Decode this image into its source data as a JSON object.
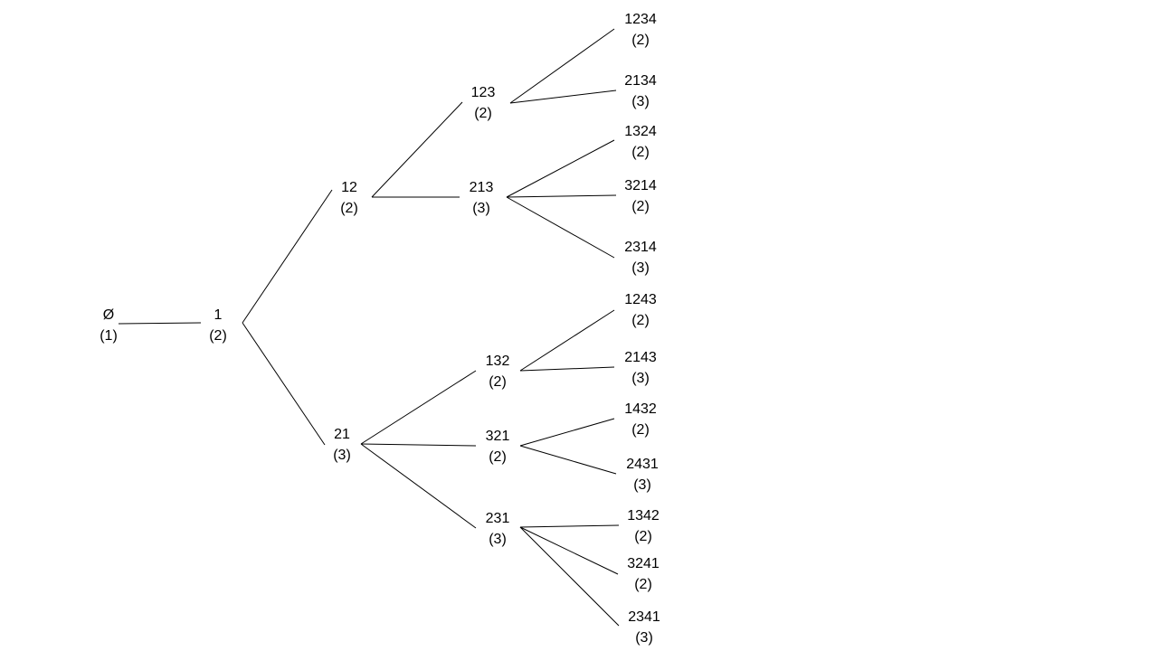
{
  "tree": {
    "nodes": [
      {
        "id": "empty",
        "label": "Ø",
        "count": "(1)"
      },
      {
        "id": "1",
        "label": "1",
        "count": "(2)"
      },
      {
        "id": "12",
        "label": "12",
        "count": "(2)"
      },
      {
        "id": "21",
        "label": "21",
        "count": "(3)"
      },
      {
        "id": "123",
        "label": "123",
        "count": "(2)"
      },
      {
        "id": "213",
        "label": "213",
        "count": "(3)"
      },
      {
        "id": "132",
        "label": "132",
        "count": "(2)"
      },
      {
        "id": "321",
        "label": "321",
        "count": "(2)"
      },
      {
        "id": "231",
        "label": "231",
        "count": "(3)"
      },
      {
        "id": "1234",
        "label": "1234",
        "count": "(2)"
      },
      {
        "id": "2134",
        "label": "2134",
        "count": "(3)"
      },
      {
        "id": "1324",
        "label": "1324",
        "count": "(2)"
      },
      {
        "id": "3214",
        "label": "3214",
        "count": "(2)"
      },
      {
        "id": "2314",
        "label": "2314",
        "count": "(3)"
      },
      {
        "id": "1243",
        "label": "1243",
        "count": "(2)"
      },
      {
        "id": "2143",
        "label": "2143",
        "count": "(3)"
      },
      {
        "id": "1432",
        "label": "1432",
        "count": "(2)"
      },
      {
        "id": "2431",
        "label": "2431",
        "count": "(3)"
      },
      {
        "id": "1342",
        "label": "1342",
        "count": "(2)"
      },
      {
        "id": "3241",
        "label": "3241",
        "count": "(2)"
      },
      {
        "id": "2341",
        "label": "2341",
        "count": "(3)"
      }
    ],
    "edges": [
      [
        "empty",
        "1"
      ],
      [
        "1",
        "12"
      ],
      [
        "1",
        "21"
      ],
      [
        "12",
        "123"
      ],
      [
        "12",
        "213"
      ],
      [
        "123",
        "1234"
      ],
      [
        "123",
        "2134"
      ],
      [
        "213",
        "1324"
      ],
      [
        "213",
        "3214"
      ],
      [
        "213",
        "2314"
      ],
      [
        "21",
        "132"
      ],
      [
        "21",
        "321"
      ],
      [
        "21",
        "231"
      ],
      [
        "132",
        "1243"
      ],
      [
        "132",
        "2143"
      ],
      [
        "321",
        "1432"
      ],
      [
        "321",
        "2431"
      ],
      [
        "231",
        "1342"
      ],
      [
        "231",
        "3241"
      ],
      [
        "231",
        "2341"
      ]
    ]
  }
}
